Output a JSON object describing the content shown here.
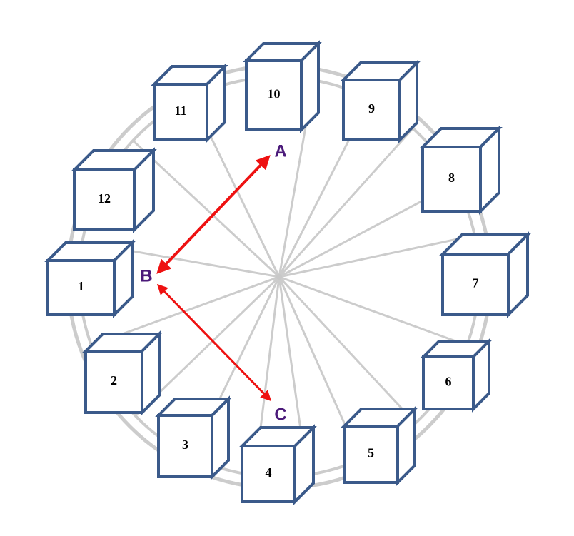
{
  "colors": {
    "wheel": "#cccccc",
    "cube_stroke": "#3b5a8a",
    "arrow": "#ee1111",
    "point_label": "#4b1a7a"
  },
  "cubes": [
    {
      "id": "cube-1",
      "label": "1"
    },
    {
      "id": "cube-2",
      "label": "2"
    },
    {
      "id": "cube-3",
      "label": "3"
    },
    {
      "id": "cube-4",
      "label": "4"
    },
    {
      "id": "cube-5",
      "label": "5"
    },
    {
      "id": "cube-6",
      "label": "6"
    },
    {
      "id": "cube-7",
      "label": "7"
    },
    {
      "id": "cube-8",
      "label": "8"
    },
    {
      "id": "cube-9",
      "label": "9"
    },
    {
      "id": "cube-10",
      "label": "10"
    },
    {
      "id": "cube-11",
      "label": "11"
    },
    {
      "id": "cube-12",
      "label": "12"
    }
  ],
  "points": {
    "a": "A",
    "b": "B",
    "c": "C"
  }
}
